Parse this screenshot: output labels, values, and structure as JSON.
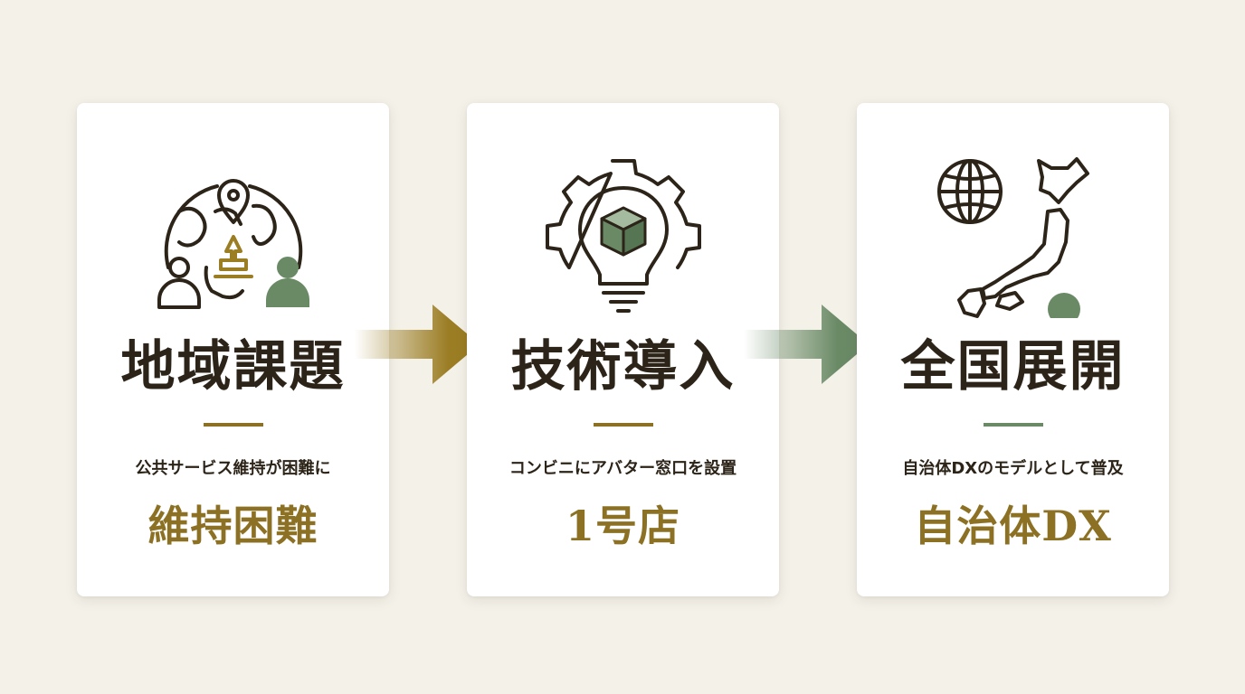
{
  "colors": {
    "background": "#f4f1e9",
    "card": "#ffffff",
    "ink": "#2c2418",
    "gold": "#8c7125",
    "arrow_gold": "#9b7d24",
    "green": "#6a8a66"
  },
  "steps": [
    {
      "title": "地域課題",
      "description": "公共サービス維持が困難に",
      "keyword": "維持困難",
      "icon": "globe-location-people-icon",
      "divider_color": "#8c7125"
    },
    {
      "title": "技術導入",
      "description": "コンビニにアバター窓口を設置",
      "keyword": "1号店",
      "icon": "gear-lightbulb-cube-icon",
      "divider_color": "#8c7125"
    },
    {
      "title": "全国展開",
      "description": "自治体DXのモデルとして普及",
      "keyword": "自治体DX",
      "icon": "globe-japan-map-icon",
      "divider_color": "#6a8a66"
    }
  ],
  "arrows": [
    {
      "icon": "gold-arrow-right-icon"
    },
    {
      "icon": "green-arrow-right-icon"
    }
  ]
}
